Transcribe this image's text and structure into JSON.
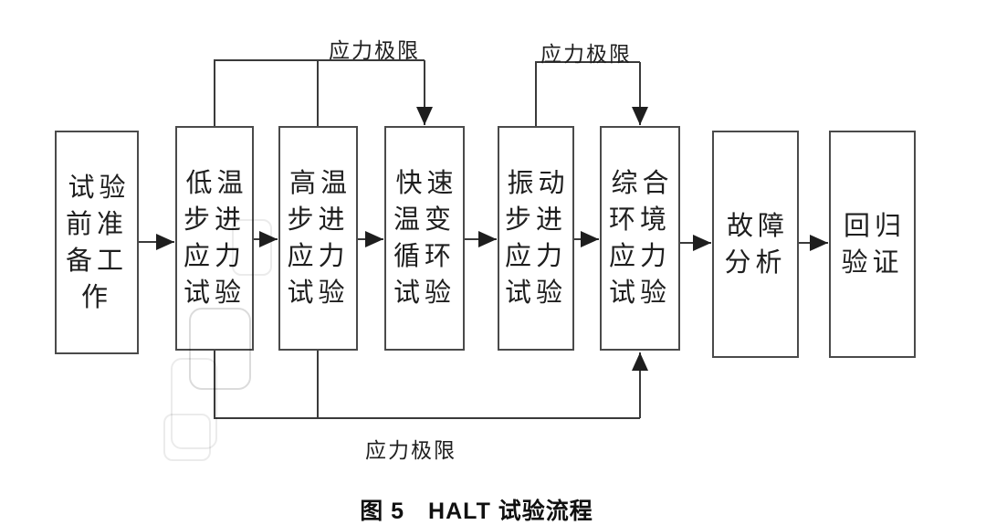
{
  "diagram": {
    "boxes": [
      {
        "id": "preparation",
        "label": "试验\n前准\n备工\n作"
      },
      {
        "id": "low-temp-step-stress",
        "label": "低温\n步进\n应力\n试验"
      },
      {
        "id": "high-temp-step-stress",
        "label": "高温\n步进\n应力\n试验"
      },
      {
        "id": "rapid-temp-cycle",
        "label": "快速\n温变\n循环\n试验"
      },
      {
        "id": "vibration-step-stress",
        "label": "振动\n步进\n应力\n试验"
      },
      {
        "id": "combined-env-stress",
        "label": "综合\n环境\n应力\n试验"
      },
      {
        "id": "failure-analysis",
        "label": "故障\n分析"
      },
      {
        "id": "regression-verification",
        "label": "回归\n验证"
      }
    ],
    "stress_limit_labels": {
      "top_left": "应力极限",
      "top_right": "应力极限",
      "bottom": "应力极限"
    },
    "caption": "图 5　HALT 试验流程",
    "colors": {
      "line": "#3a3a3a",
      "arrow_fill": "#1e1e1e",
      "box_border": "#4a4a4a",
      "background": "#ffffff"
    }
  }
}
